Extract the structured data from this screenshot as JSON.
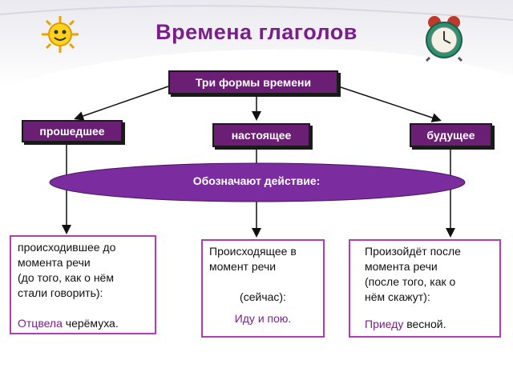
{
  "title": "Времена глаголов",
  "root": "Три формы времени",
  "forms": {
    "past": "прошедшее",
    "present": "настоящее",
    "future": "будущее"
  },
  "ellipse": "Обозначают действие:",
  "past_desc": {
    "line1": "происходившее до",
    "line2": "момента речи",
    "line3": "(до того, как о нём",
    "line4": "стали говорить):",
    "example_verb": "Отцвела",
    "example_rest": " черёмуха."
  },
  "present_desc": {
    "line1": "Происходящее в",
    "line2": "момент речи",
    "line3": "(сейчас):",
    "example_verb": "Иду и пою",
    "example_rest": "."
  },
  "future_desc": {
    "line1": "Произойдёт после",
    "line2": "момента речи",
    "line3": "(после того, как о",
    "line4": "нём скажут):",
    "example_verb": "Приеду",
    "example_rest": " весной."
  },
  "colors": {
    "purple_box": "#6b1f74",
    "ellipse": "#7b2c9e",
    "border": "#b23bb8",
    "title": "#7a1e8c"
  },
  "icons": [
    "sun-mascot-icon",
    "alarm-clock-icon"
  ]
}
